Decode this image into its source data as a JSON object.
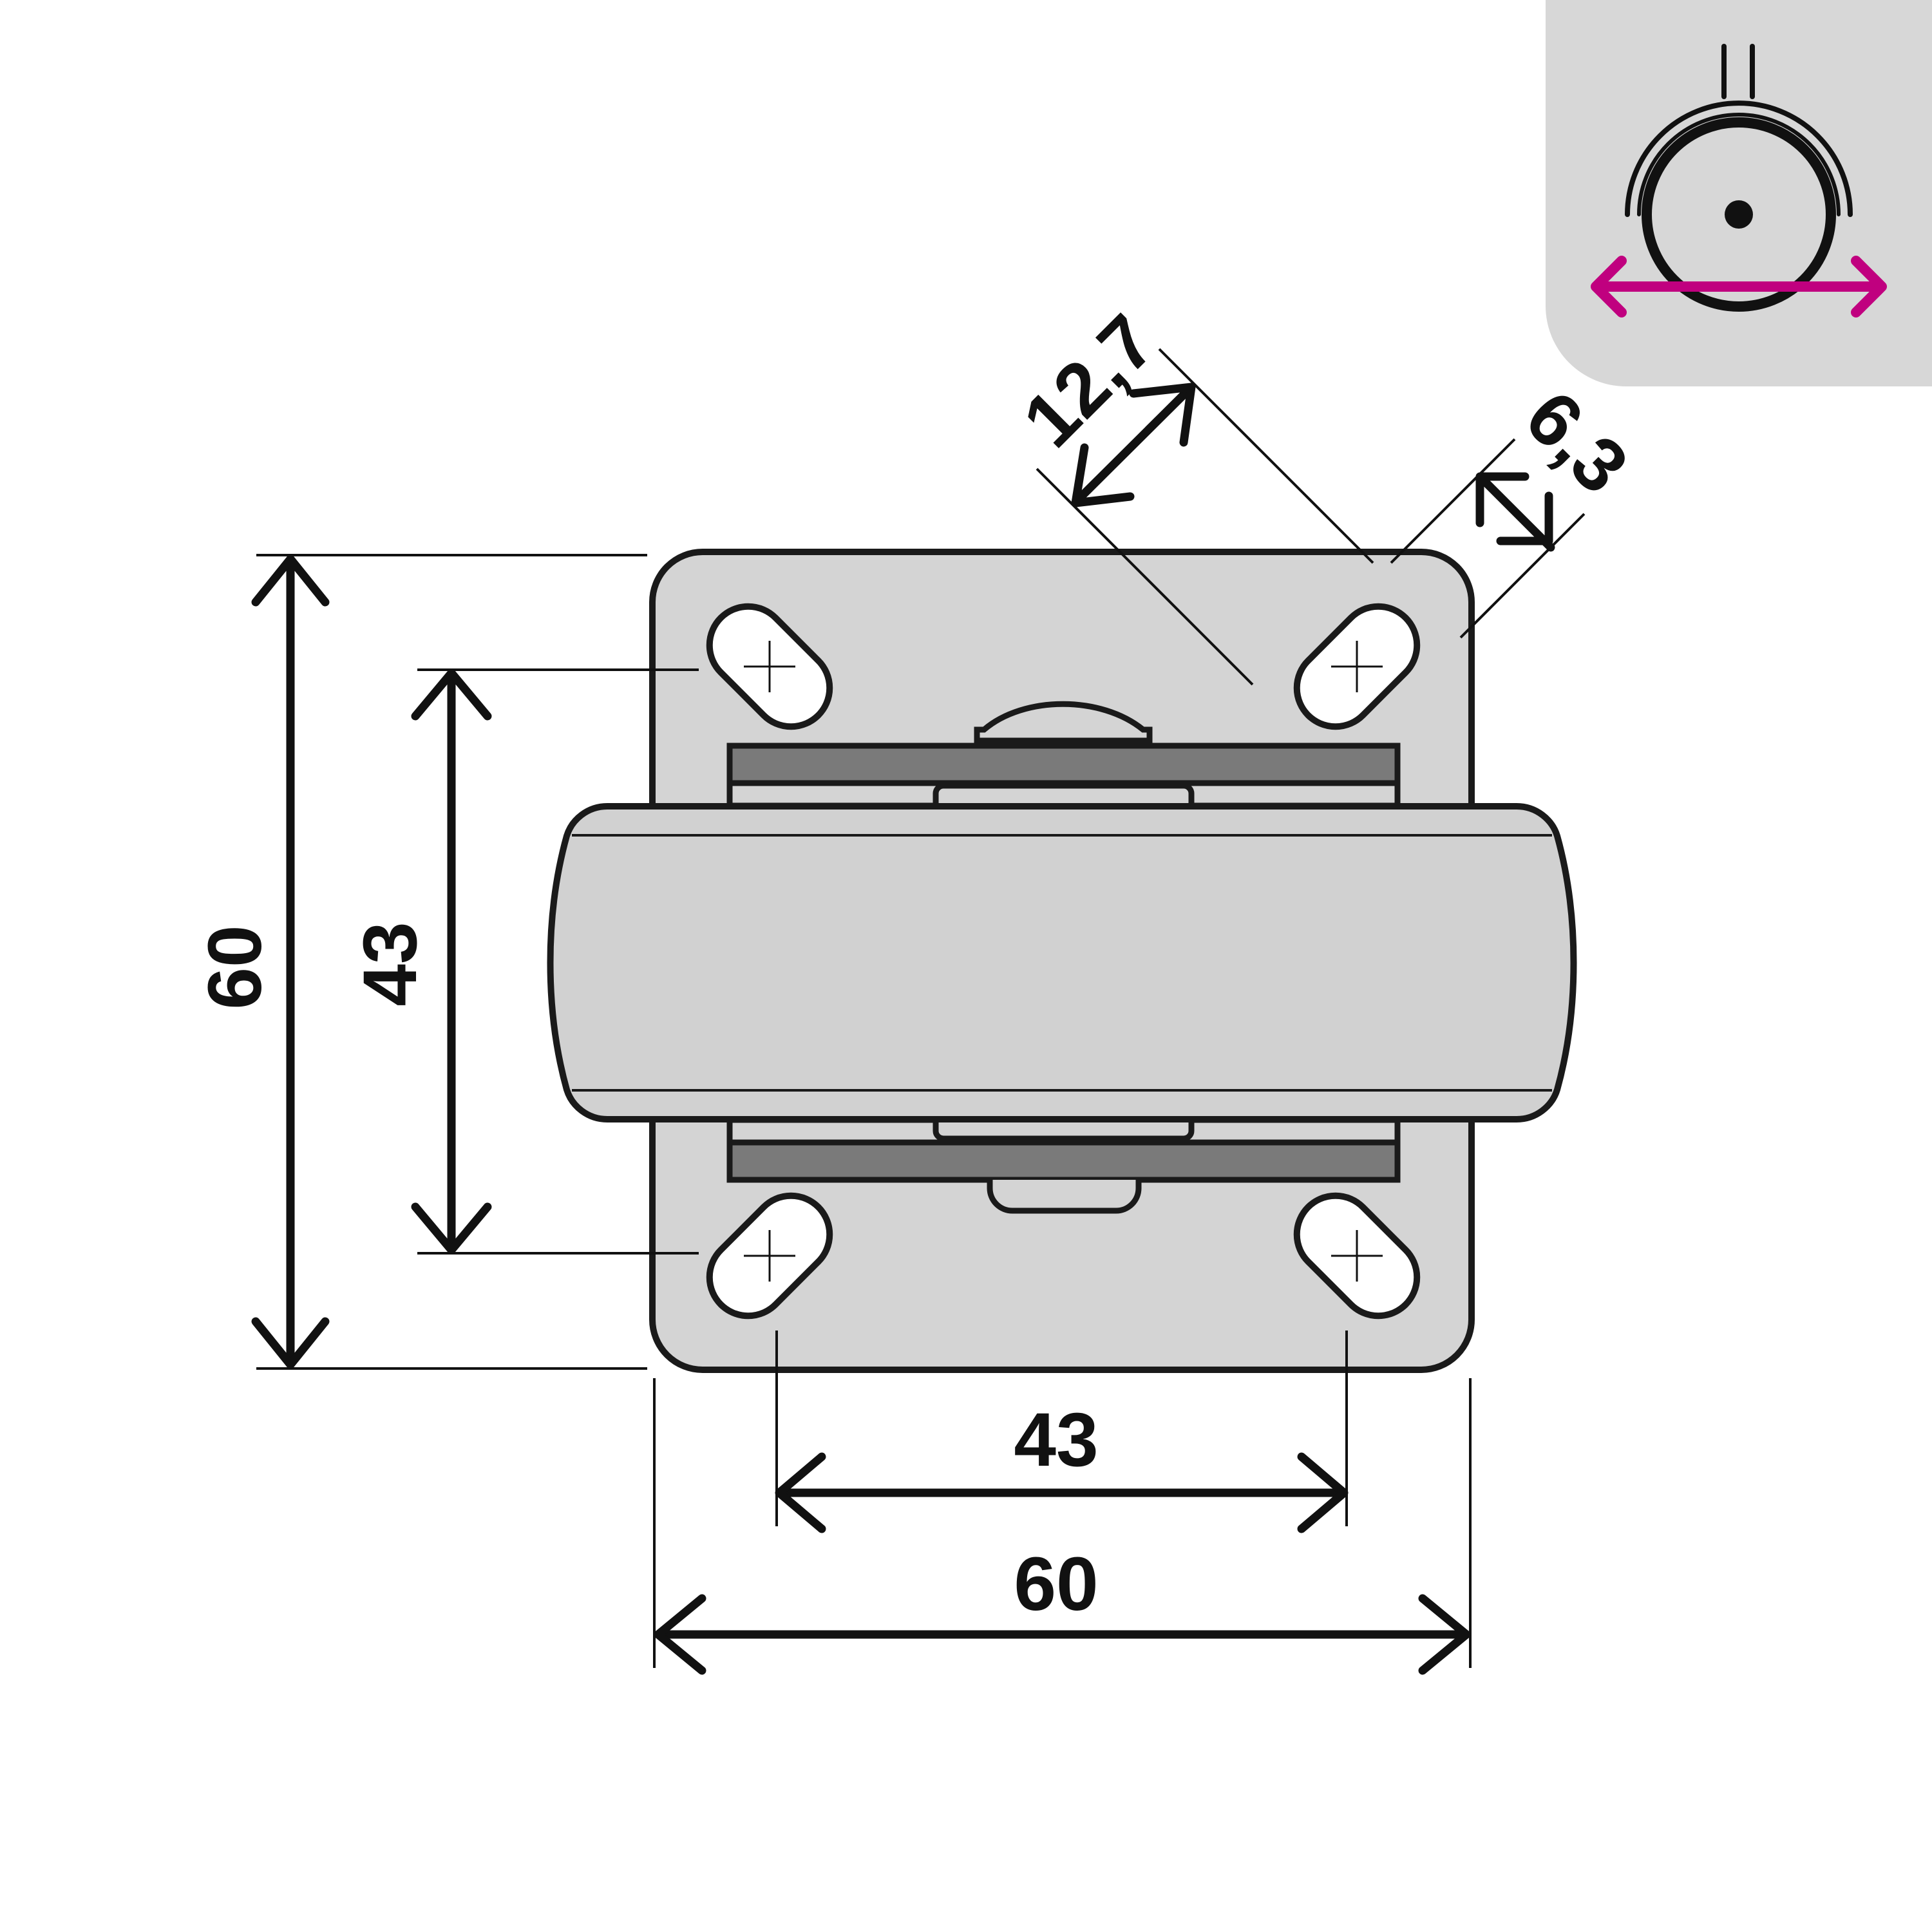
{
  "colors": {
    "plate_fill": "#d4d4d4",
    "plate_stroke": "#1a1a1a",
    "fork_bar": "#7a7a7a",
    "wheel_fill": "#d1d1d1",
    "inset_bg": "#d7d7d7",
    "direction_arrow": "#c0007f",
    "line": "#111111"
  },
  "dimensions": {
    "plate_height": "60",
    "hole_spacing_vertical": "43",
    "hole_spacing_horizontal": "43",
    "plate_width": "60",
    "slot_length": "12,7",
    "slot_width": "6,3"
  },
  "inset": {
    "icon": "caster-side-view-icon",
    "direction_icon": "double-arrow-horizontal-icon"
  }
}
